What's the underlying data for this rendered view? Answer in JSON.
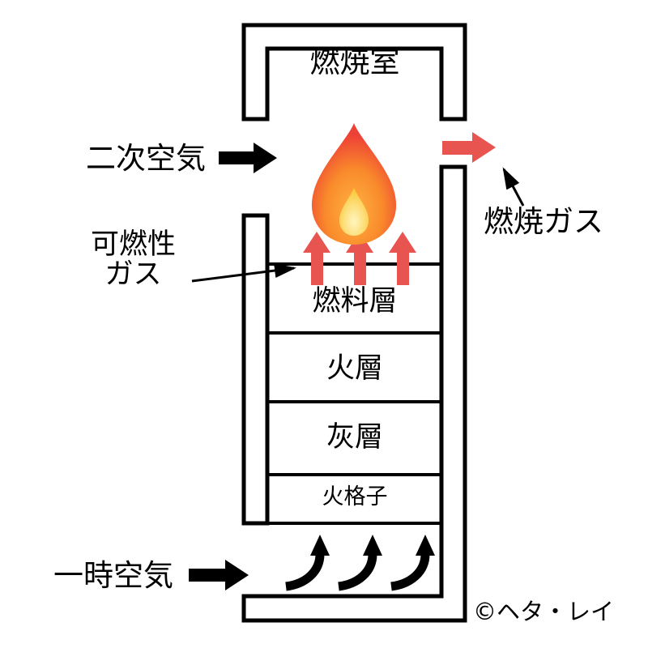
{
  "diagram": {
    "labels": {
      "combustion_chamber": "燃焼室",
      "secondary_air": "二次空気",
      "combustion_gas": "燃焼ガス",
      "combustible_gas_line1": "可燃性",
      "combustible_gas_line2": "ガス",
      "fuel_layer": "燃料層",
      "fire_layer": "火層",
      "ash_layer": "灰層",
      "grate": "火格子",
      "primary_air": "一時空気"
    },
    "copyright": "©ヘタ・レイ",
    "colors": {
      "wall_line": "#000000",
      "hot_gas_arrow": "#e85550",
      "air_arrow": "#000000",
      "flame_outer_edge": "#ee4136",
      "flame_mid": "#f98a2b",
      "flame_core": "#ffd23f"
    }
  }
}
